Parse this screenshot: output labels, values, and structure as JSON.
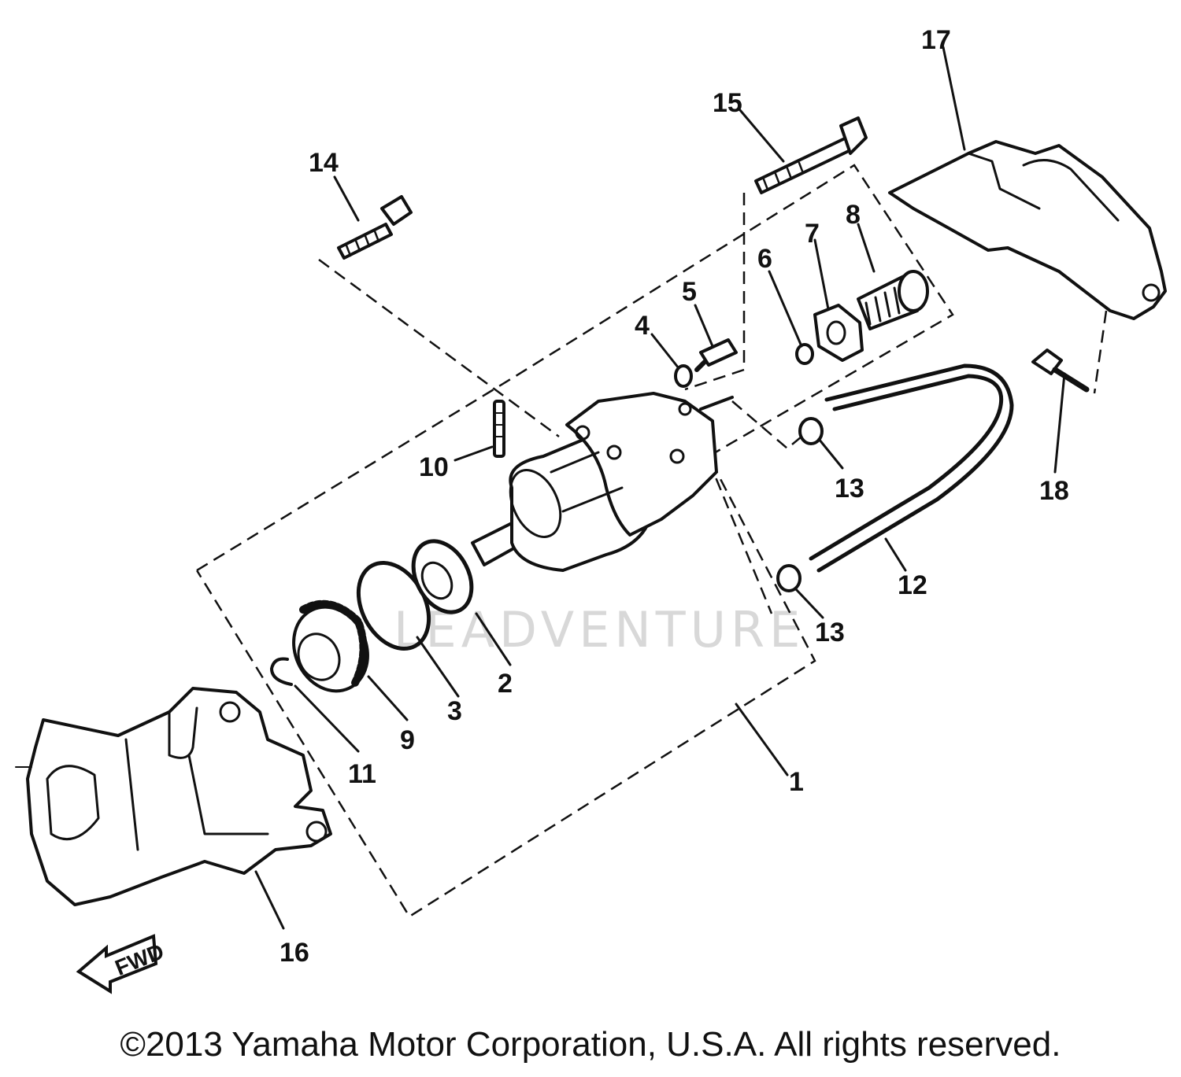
{
  "callouts": [
    "1",
    "2",
    "3",
    "4",
    "5",
    "6",
    "7",
    "8",
    "9",
    "10",
    "11",
    "12",
    "13",
    "13",
    "14",
    "15",
    "16",
    "17",
    "18"
  ],
  "fwd_label": "FWD",
  "watermark": "LEADVENTURE",
  "copyright": "©2013 Yamaha Motor Corporation, U.S.A. All rights reserved."
}
